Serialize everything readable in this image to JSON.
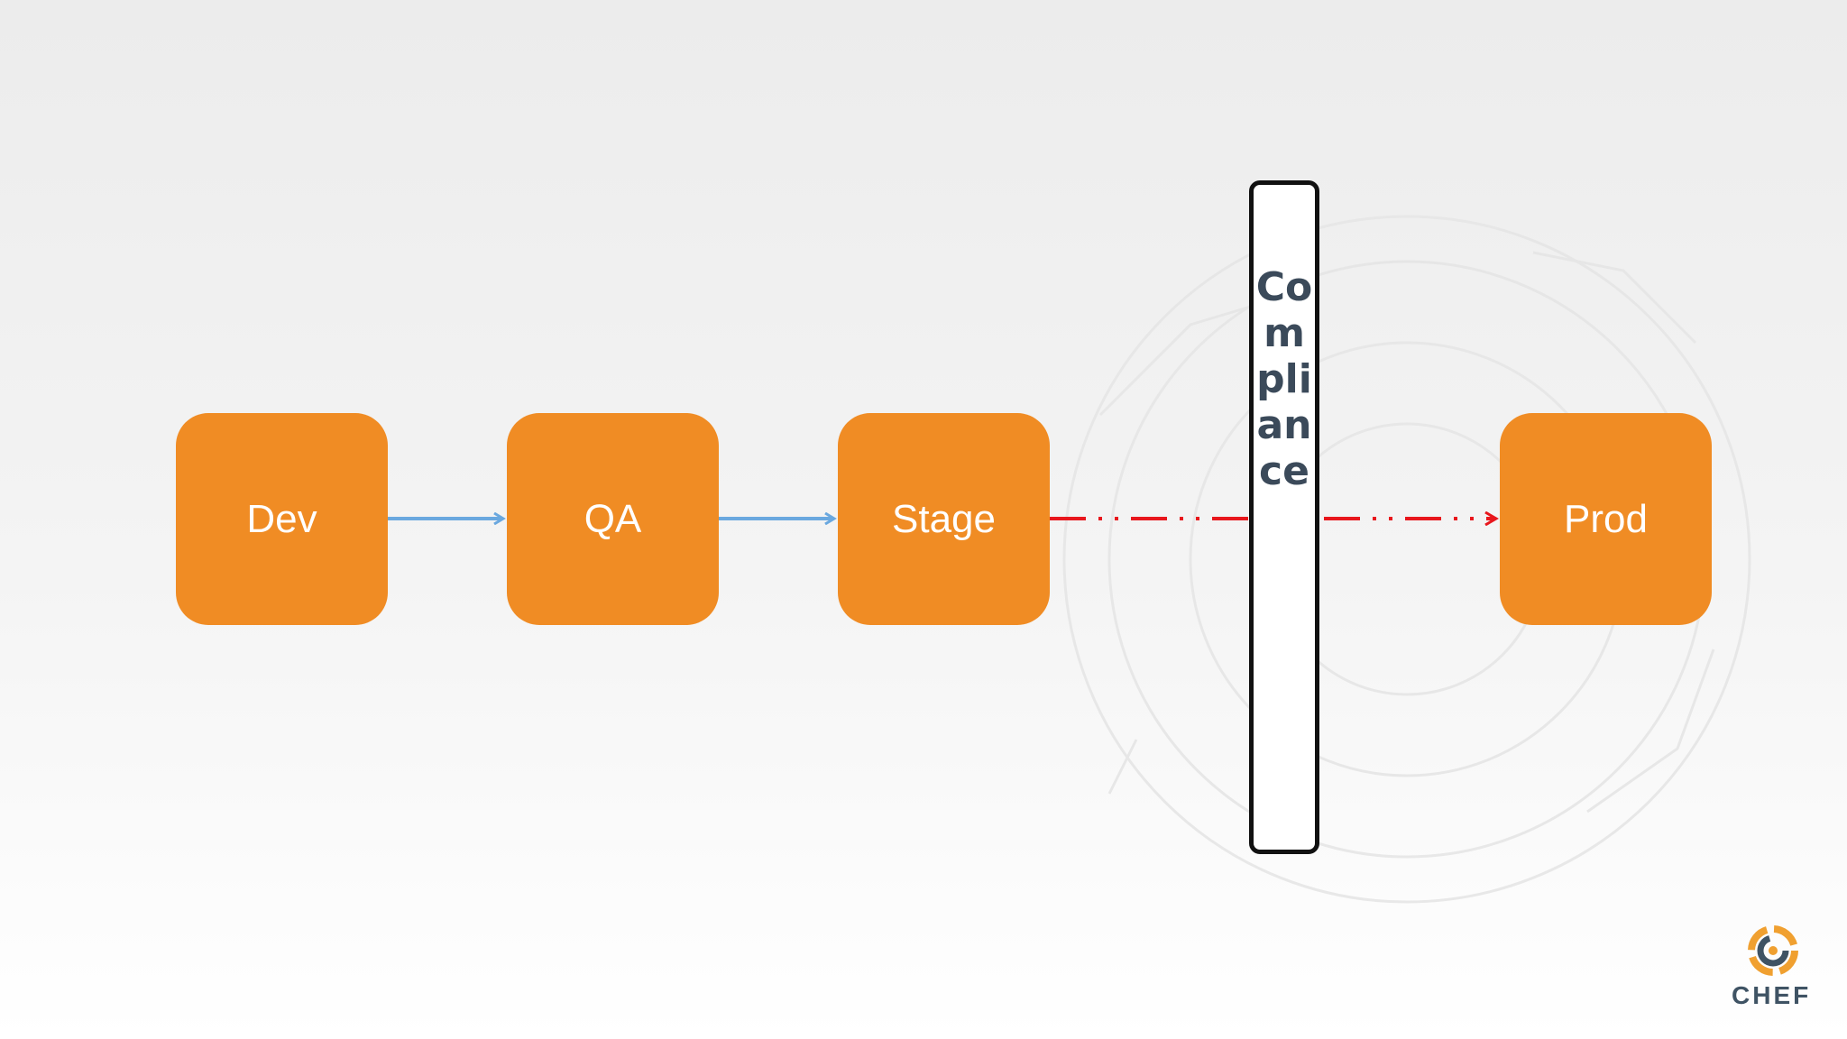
{
  "pipeline": {
    "stages": [
      "Dev",
      "QA",
      "Stage",
      "Prod"
    ]
  },
  "gate": {
    "label": "Compliance"
  },
  "logo": {
    "text": "CHEF",
    "icon": "chef-logo-icon"
  },
  "colors": {
    "stage_fill": "#f08c24",
    "stage_text": "#ffffff",
    "arrow_pass": "#6aa8df",
    "arrow_gated": "#e8161c",
    "gate_border": "#111111",
    "gate_text": "#3b4a5a",
    "logo_orange": "#f0a030",
    "logo_navy": "#3f5364"
  }
}
